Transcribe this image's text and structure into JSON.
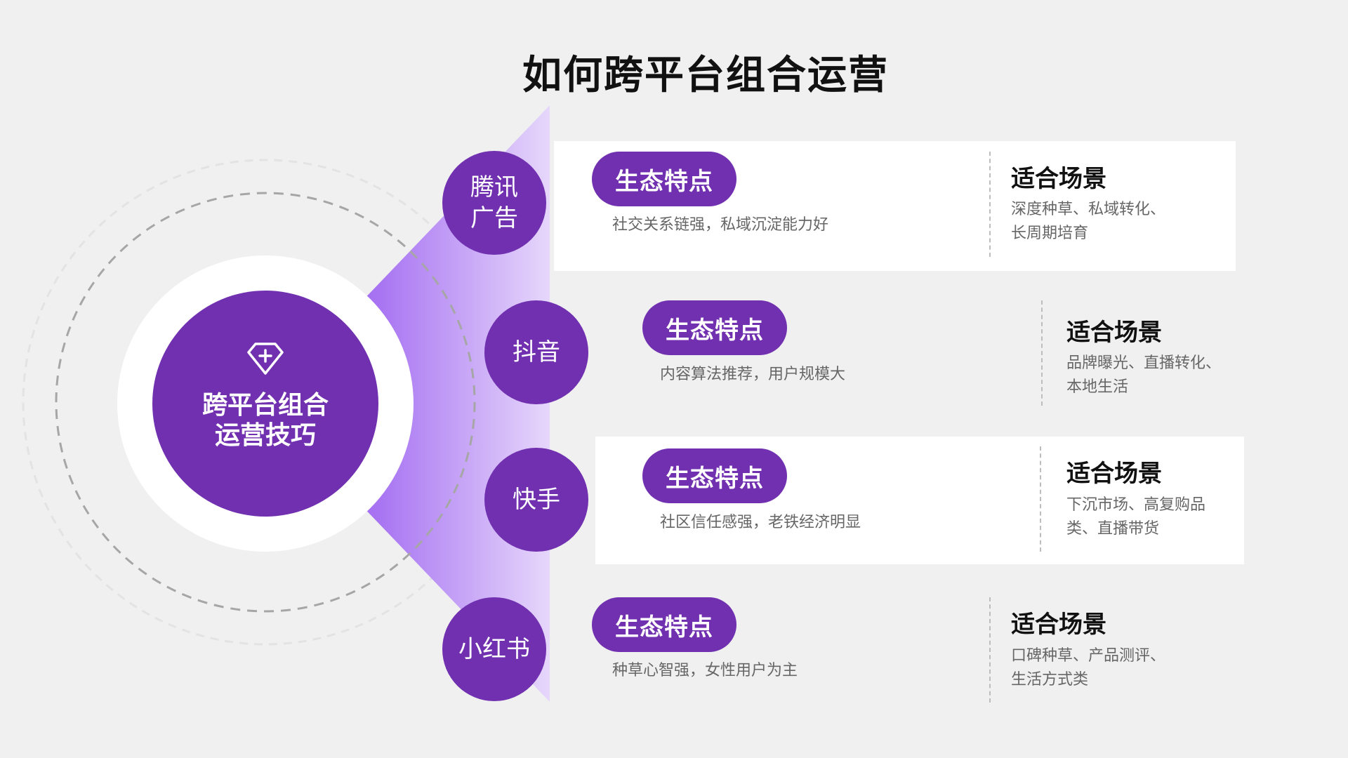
{
  "title": "如何跨平台组合运营",
  "hub": {
    "label": "跨平台组合\n运营技巧",
    "icon": "diamond-plus-icon"
  },
  "colors": {
    "primary": "#7030b0",
    "fan_light": "#a874f2",
    "background": "#f0f0f0",
    "card": "#ffffff"
  },
  "platforms": [
    {
      "name": "腾讯\n广告",
      "feature_label": "生态特点",
      "feature": "社交关系链强，私域沉淀能力好",
      "scene_label": "适合场景",
      "scene": "深度种草、私域转化、长周期培育"
    },
    {
      "name": "抖音",
      "feature_label": "生态特点",
      "feature": "内容算法推荐，用户规模大",
      "scene_label": "适合场景",
      "scene": "品牌曝光、直播转化、本地生活"
    },
    {
      "name": "快手",
      "feature_label": "生态特点",
      "feature": "社区信任感强，老铁经济明显",
      "scene_label": "适合场景",
      "scene": "下沉市场、高复购品类、直播带货"
    },
    {
      "name": "小红书",
      "feature_label": "生态特点",
      "feature": "种草心智强，女性用户为主",
      "scene_label": "适合场景",
      "scene": "口碑种草、产品测评、生活方式类"
    }
  ]
}
